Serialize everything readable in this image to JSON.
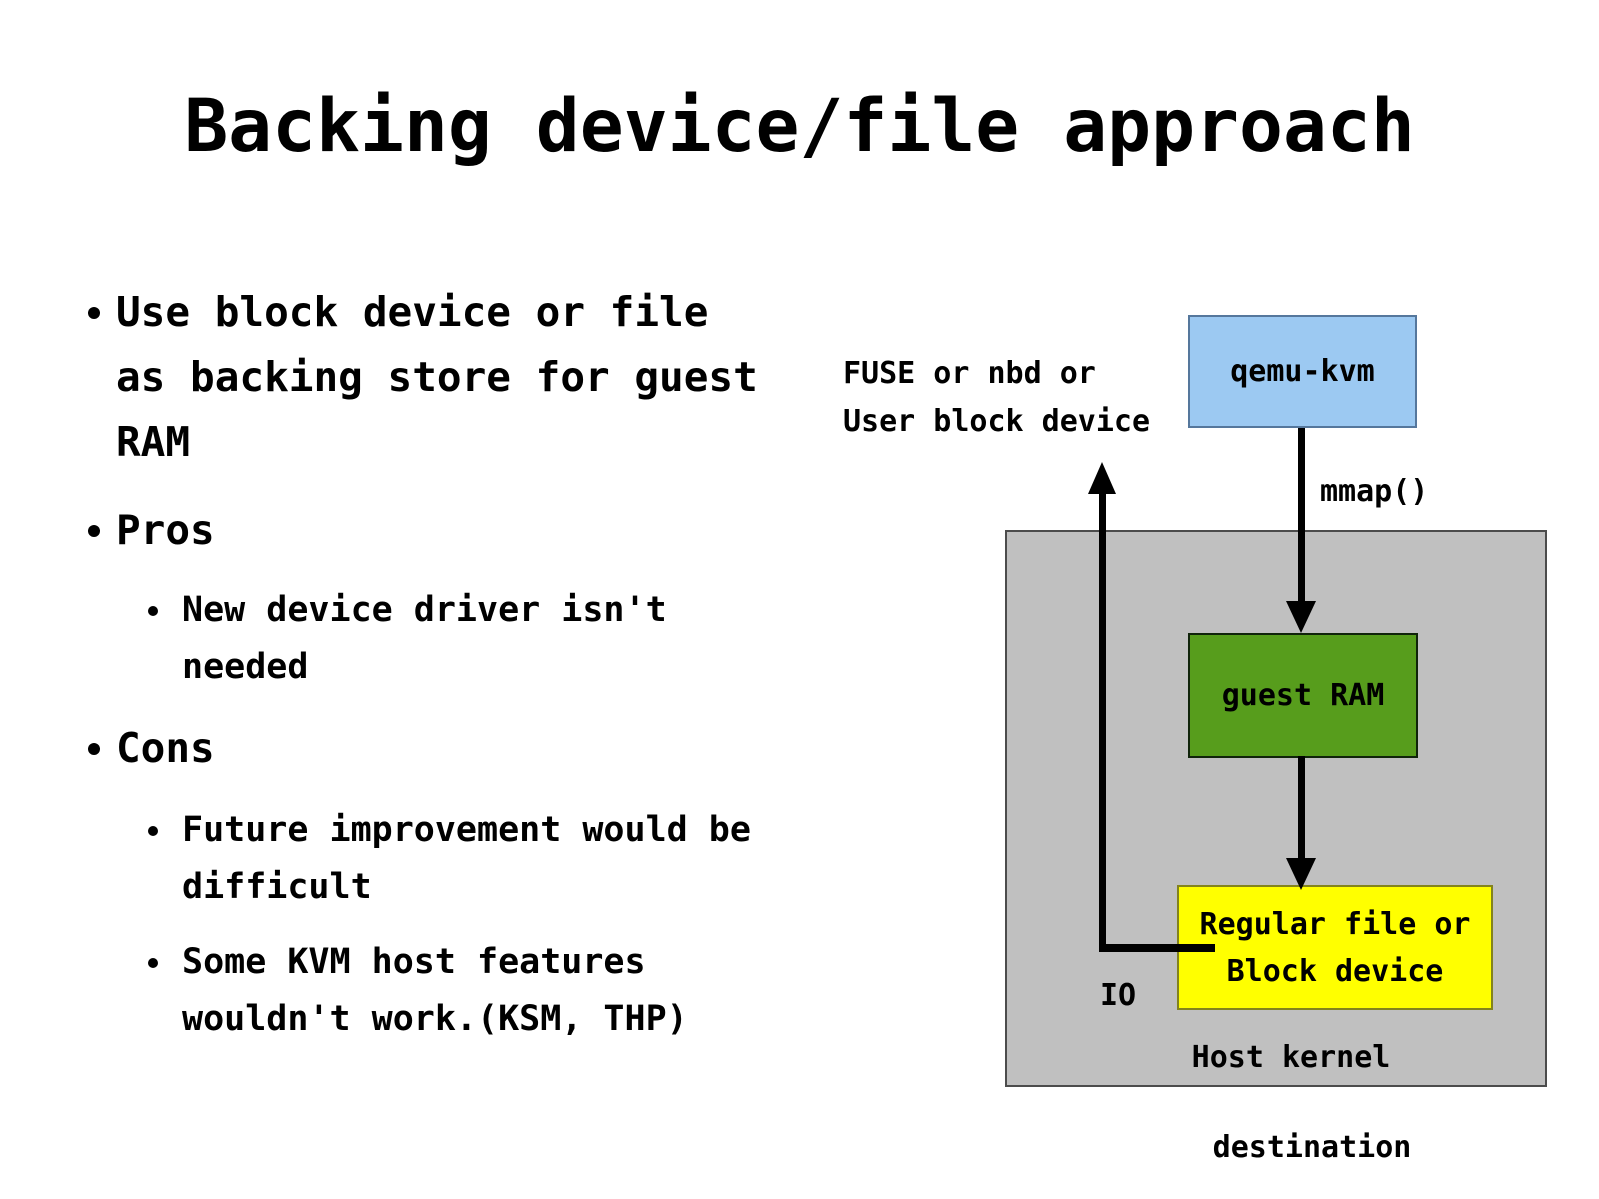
{
  "slide_title": "Backing device/file approach",
  "bullets": {
    "item1": "Use block device or file as backing store for guest RAM",
    "item2": "Pros",
    "item3": "New device driver isn't needed",
    "item4": "Cons",
    "item5": "Future improvement would be difficult",
    "item6": "Some KVM host features wouldn't work.(KSM, THP)"
  },
  "diagram": {
    "fuse_label_line1": "FUSE or nbd or",
    "fuse_label_line2": "User block device",
    "qemu_box_label": "qemu-kvm",
    "mmap_arrow_label": "mmap()",
    "guest_ram_box_label": "guest RAM",
    "backing_box_label_line1": "Regular file or",
    "backing_box_label_line2": "Block device",
    "io_arrow_label": "IO",
    "host_kernel_label": "Host kernel",
    "destination_label": "destination",
    "colors": {
      "qemu_box_fill": "#9cc9f2",
      "guest_ram_fill": "#579d1c",
      "backing_box_fill": "#ffff00",
      "host_kernel_fill": "#c0c0c0"
    }
  }
}
